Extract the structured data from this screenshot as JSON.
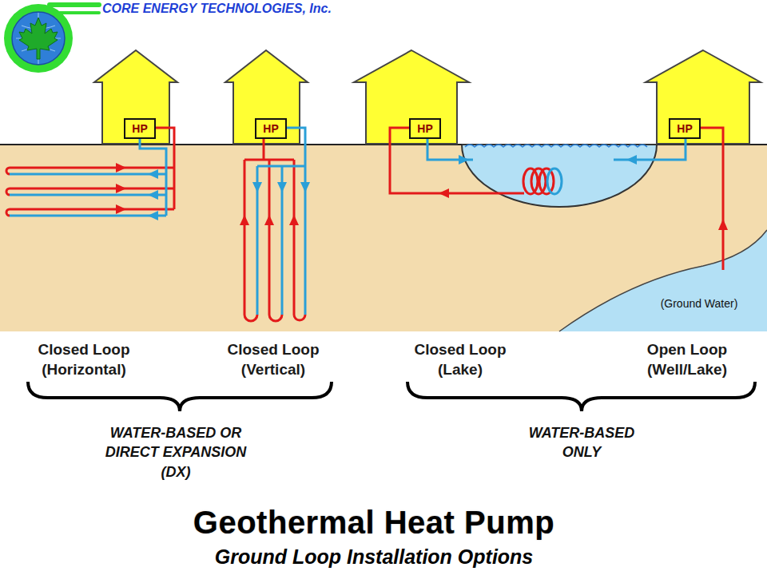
{
  "diagram": {
    "title": "Geothermal Heat Pump",
    "caption": "Ground Loop Installation Options",
    "nodes": [
      {
        "text": [
          "HP"
        ]
      },
      {
        "text": [
          "HP"
        ]
      },
      {
        "text": [
          "HP"
        ]
      },
      {
        "text": [
          "HP"
        ]
      }
    ],
    "labels": [
      "CORE ENERGY TECHNOLOGIES, Inc.",
      "(Ground Water)",
      "Closed Loop (Horizontal)",
      "Closed Loop (Vertical)",
      "Closed Loop (Lake)",
      "Open Loop (Well/Lake)",
      "WATER-BASED OR DIRECT EXPANSION (DX)",
      "WATER-BASED ONLY"
    ]
  }
}
